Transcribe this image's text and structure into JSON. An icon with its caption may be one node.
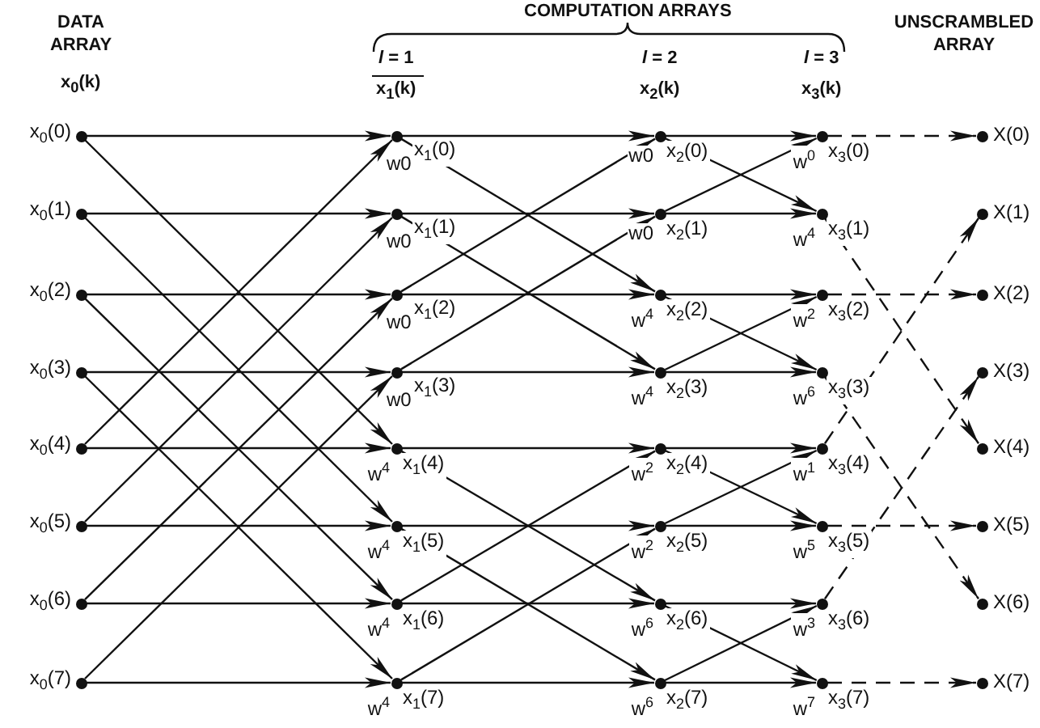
{
  "diagram": {
    "nodes": [
      {
        "text": [
          "x$_{0}$(0)"
        ]
      },
      {
        "text": [
          "x$_{0}$(1)"
        ]
      },
      {
        "text": [
          "x$_{0}$(2)"
        ]
      },
      {
        "text": [
          "x$_{0}$(3)"
        ]
      },
      {
        "text": [
          "x$_{0}$(4)"
        ]
      },
      {
        "text": [
          "x$_{0}$(5)"
        ]
      },
      {
        "text": [
          "x$_{0}$(6)"
        ]
      },
      {
        "text": [
          "x$_{0}$(7)"
        ]
      },
      {
        "text": [
          "x$_{1}$(0)"
        ],
        "beside": [
          "w0"
        ]
      },
      {
        "text": [
          "x$_{1}$(1)"
        ],
        "beside": [
          "w0"
        ]
      },
      {
        "text": [
          "x$_{1}$(2)"
        ],
        "beside": [
          "w0"
        ]
      },
      {
        "text": [
          "x$_{1}$(3)"
        ],
        "beside": [
          "w0"
        ]
      },
      {
        "text": [
          "x$_{1}$(4)"
        ],
        "beside": [
          "w$^{4}$"
        ]
      },
      {
        "text": [
          "x$_{1}$(5)"
        ],
        "beside": [
          "w$^{4}$"
        ]
      },
      {
        "text": [
          "x$_{1}$(6)"
        ],
        "beside": [
          "w$^{4}$"
        ]
      },
      {
        "text": [
          "x$_{1}$(7)"
        ],
        "beside": [
          "w$^{4}$"
        ]
      },
      {
        "text": [
          "x$_{2}$(0)"
        ],
        "beside": [
          "w0"
        ]
      },
      {
        "text": [
          "x$_{2}$(1)"
        ],
        "beside": [
          "w0"
        ]
      },
      {
        "text": [
          "x$_{2}$(2)"
        ],
        "beside": [
          "w$^{4}$"
        ]
      },
      {
        "text": [
          "x$_{2}$(3)"
        ],
        "beside": [
          "w$^{4}$"
        ]
      },
      {
        "text": [
          "x$_{2}$(4)"
        ],
        "beside": [
          "w$^{2}$"
        ]
      },
      {
        "text": [
          "x$_{2}$(5)"
        ],
        "beside": [
          "w$^{2}$"
        ]
      },
      {
        "text": [
          "x$_{2}$(6)"
        ],
        "beside": [
          "w$^{6}$"
        ]
      },
      {
        "text": [
          "x$_{2}$(7)"
        ],
        "beside": [
          "w$^{6}$"
        ]
      },
      {
        "text": [
          "x$_{3}$(0)"
        ],
        "beside": [
          "w$^{0}$"
        ]
      },
      {
        "text": [
          "x$_{3}$(1)"
        ],
        "beside": [
          "w$^{4}$"
        ]
      },
      {
        "text": [
          "x$_{3}$(2)"
        ],
        "beside": [
          "w$^{2}$"
        ]
      },
      {
        "text": [
          "x$_{3}$(3)"
        ],
        "beside": [
          "w$^{6}$"
        ]
      },
      {
        "text": [
          "x$_{3}$(4)"
        ],
        "beside": [
          "w$^{1}$"
        ]
      },
      {
        "text": [
          "x$_{3}$(5)"
        ],
        "beside": [
          "w$^{5}$"
        ]
      },
      {
        "text": [
          "x$_{3}$(6)"
        ],
        "beside": [
          "w$^{3}$"
        ]
      },
      {
        "text": [
          "x$_{3}$(7)"
        ],
        "beside": [
          "w$^{7}$"
        ]
      },
      {
        "text": [
          "X(0)"
        ]
      },
      {
        "text": [
          "X(1)"
        ]
      },
      {
        "text": [
          "X(2)"
        ]
      },
      {
        "text": [
          "X(3)"
        ]
      },
      {
        "text": [
          "X(4)"
        ]
      },
      {
        "text": [
          "X(5)"
        ]
      },
      {
        "text": [
          "X(6)"
        ]
      },
      {
        "text": [
          "X(7)"
        ]
      }
    ],
    "edges": [
      {
        "from": 0,
        "to": 8,
        "arrow": "to"
      },
      {
        "from": 0,
        "to": 12,
        "arrow": "to"
      },
      {
        "from": 1,
        "to": 9,
        "arrow": "to"
      },
      {
        "from": 1,
        "to": 13,
        "arrow": "to"
      },
      {
        "from": 2,
        "to": 10,
        "arrow": "to"
      },
      {
        "from": 2,
        "to": 14,
        "arrow": "to"
      },
      {
        "from": 3,
        "to": 11,
        "arrow": "to"
      },
      {
        "from": 3,
        "to": 15,
        "arrow": "to"
      },
      {
        "from": 4,
        "to": 8,
        "arrow": "to"
      },
      {
        "from": 4,
        "to": 12,
        "arrow": "to"
      },
      {
        "from": 5,
        "to": 9,
        "arrow": "to"
      },
      {
        "from": 5,
        "to": 13,
        "arrow": "to"
      },
      {
        "from": 6,
        "to": 10,
        "arrow": "to"
      },
      {
        "from": 6,
        "to": 14,
        "arrow": "to"
      },
      {
        "from": 7,
        "to": 11,
        "arrow": "to"
      },
      {
        "from": 7,
        "to": 15,
        "arrow": "to"
      },
      {
        "from": 8,
        "to": 16,
        "arrow": "to"
      },
      {
        "from": 8,
        "to": 18,
        "arrow": "to"
      },
      {
        "from": 9,
        "to": 17,
        "arrow": "to"
      },
      {
        "from": 9,
        "to": 19,
        "arrow": "to"
      },
      {
        "from": 10,
        "to": 16,
        "arrow": "to"
      },
      {
        "from": 10,
        "to": 18,
        "arrow": "to"
      },
      {
        "from": 11,
        "to": 17,
        "arrow": "to"
      },
      {
        "from": 11,
        "to": 19,
        "arrow": "to"
      },
      {
        "from": 12,
        "to": 20,
        "arrow": "to"
      },
      {
        "from": 12,
        "to": 22,
        "arrow": "to"
      },
      {
        "from": 13,
        "to": 21,
        "arrow": "to"
      },
      {
        "from": 13,
        "to": 23,
        "arrow": "to"
      },
      {
        "from": 14,
        "to": 20,
        "arrow": "to"
      },
      {
        "from": 14,
        "to": 22,
        "arrow": "to"
      },
      {
        "from": 15,
        "to": 21,
        "arrow": "to"
      },
      {
        "from": 15,
        "to": 23,
        "arrow": "to"
      },
      {
        "from": 16,
        "to": 24,
        "arrow": "to"
      },
      {
        "from": 16,
        "to": 25,
        "arrow": "to"
      },
      {
        "from": 17,
        "to": 24,
        "arrow": "to"
      },
      {
        "from": 17,
        "to": 25,
        "arrow": "to"
      },
      {
        "from": 18,
        "to": 26,
        "arrow": "to"
      },
      {
        "from": 18,
        "to": 27,
        "arrow": "to"
      },
      {
        "from": 19,
        "to": 26,
        "arrow": "to"
      },
      {
        "from": 19,
        "to": 27,
        "arrow": "to"
      },
      {
        "from": 20,
        "to": 28,
        "arrow": "to"
      },
      {
        "from": 20,
        "to": 29,
        "arrow": "to"
      },
      {
        "from": 21,
        "to": 28,
        "arrow": "to"
      },
      {
        "from": 21,
        "to": 29,
        "arrow": "to"
      },
      {
        "from": 22,
        "to": 30,
        "arrow": "to"
      },
      {
        "from": 22,
        "to": 31,
        "arrow": "to"
      },
      {
        "from": 23,
        "to": 30,
        "arrow": "to"
      },
      {
        "from": 23,
        "to": 31,
        "arrow": "to"
      },
      {
        "from": 24,
        "to": 32,
        "arrow": "to",
        "style": "dashed"
      },
      {
        "from": 25,
        "to": 36,
        "arrow": "to",
        "style": "dashed"
      },
      {
        "from": 26,
        "to": 34,
        "arrow": "to",
        "style": "dashed"
      },
      {
        "from": 27,
        "to": 38,
        "arrow": "to",
        "style": "dashed"
      },
      {
        "from": 28,
        "to": 33,
        "arrow": "to",
        "style": "dashed"
      },
      {
        "from": 29,
        "to": 37,
        "arrow": "to",
        "style": "dashed"
      },
      {
        "from": 30,
        "to": 35,
        "arrow": "to",
        "style": "dashed"
      },
      {
        "from": 31,
        "to": 39,
        "arrow": "to",
        "style": "dashed"
      }
    ],
    "labels": [
      "COMPUTATION ARRAYS",
      "DATA ARRAY",
      "*l* = 1",
      "*l* = 2",
      "*l* = 3",
      "UNSCRAMBLED ARRAY",
      "x$_{0}$(k)",
      "x$_{1}$(k)",
      "x$_{2}$(k)",
      "x$_{3}$(k)"
    ]
  }
}
